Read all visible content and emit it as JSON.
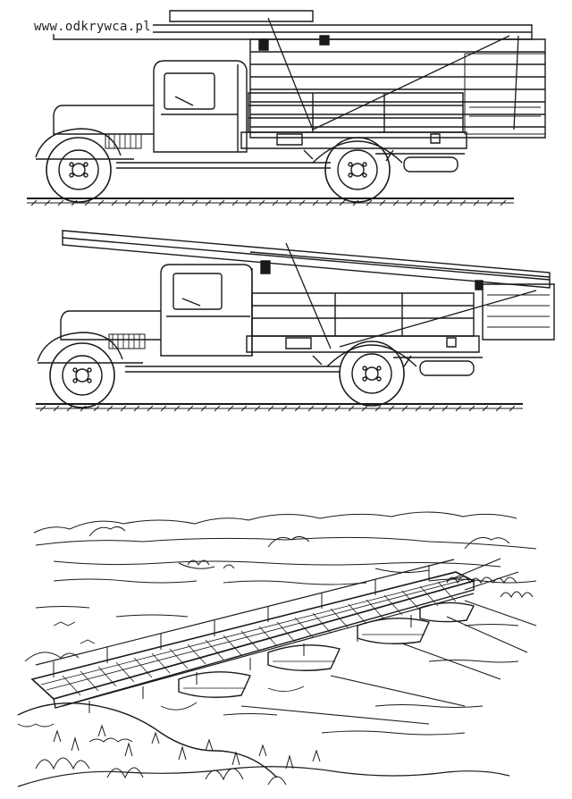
{
  "watermark": {
    "text": "www.odkrywca.pl"
  },
  "figures": [
    {
      "name": "truck-top",
      "subject": "truck-with-timber-load"
    },
    {
      "name": "truck-middle",
      "subject": "truck-with-long-beams"
    },
    {
      "name": "bridge",
      "subject": "pontoon-bridge-over-river"
    }
  ],
  "colors": {
    "ink": "#1a1a1a",
    "paper": "#ffffff",
    "shade": "#555555"
  }
}
